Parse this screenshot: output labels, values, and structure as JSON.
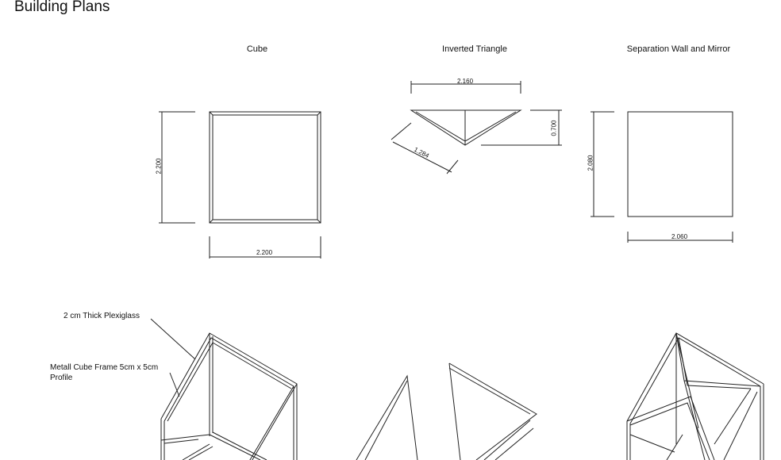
{
  "page": {
    "title": "Building Plans"
  },
  "columns": [
    {
      "name": "Cube"
    },
    {
      "name": "Inverted Triangle"
    },
    {
      "name": "Separation Wall and Mirror"
    }
  ],
  "dimensions": {
    "cube_height": "2.200",
    "cube_width": "2.200",
    "triangle_width": "2.160",
    "triangle_height": "0.700",
    "triangle_side": "1.284",
    "wall_height": "2.080",
    "wall_width": "2.060"
  },
  "annotations": {
    "plexiglass": "2 cm Thick Plexiglass",
    "frame_line1": "Metall Cube Frame 5cm x 5cm",
    "frame_line2": "Profile"
  }
}
